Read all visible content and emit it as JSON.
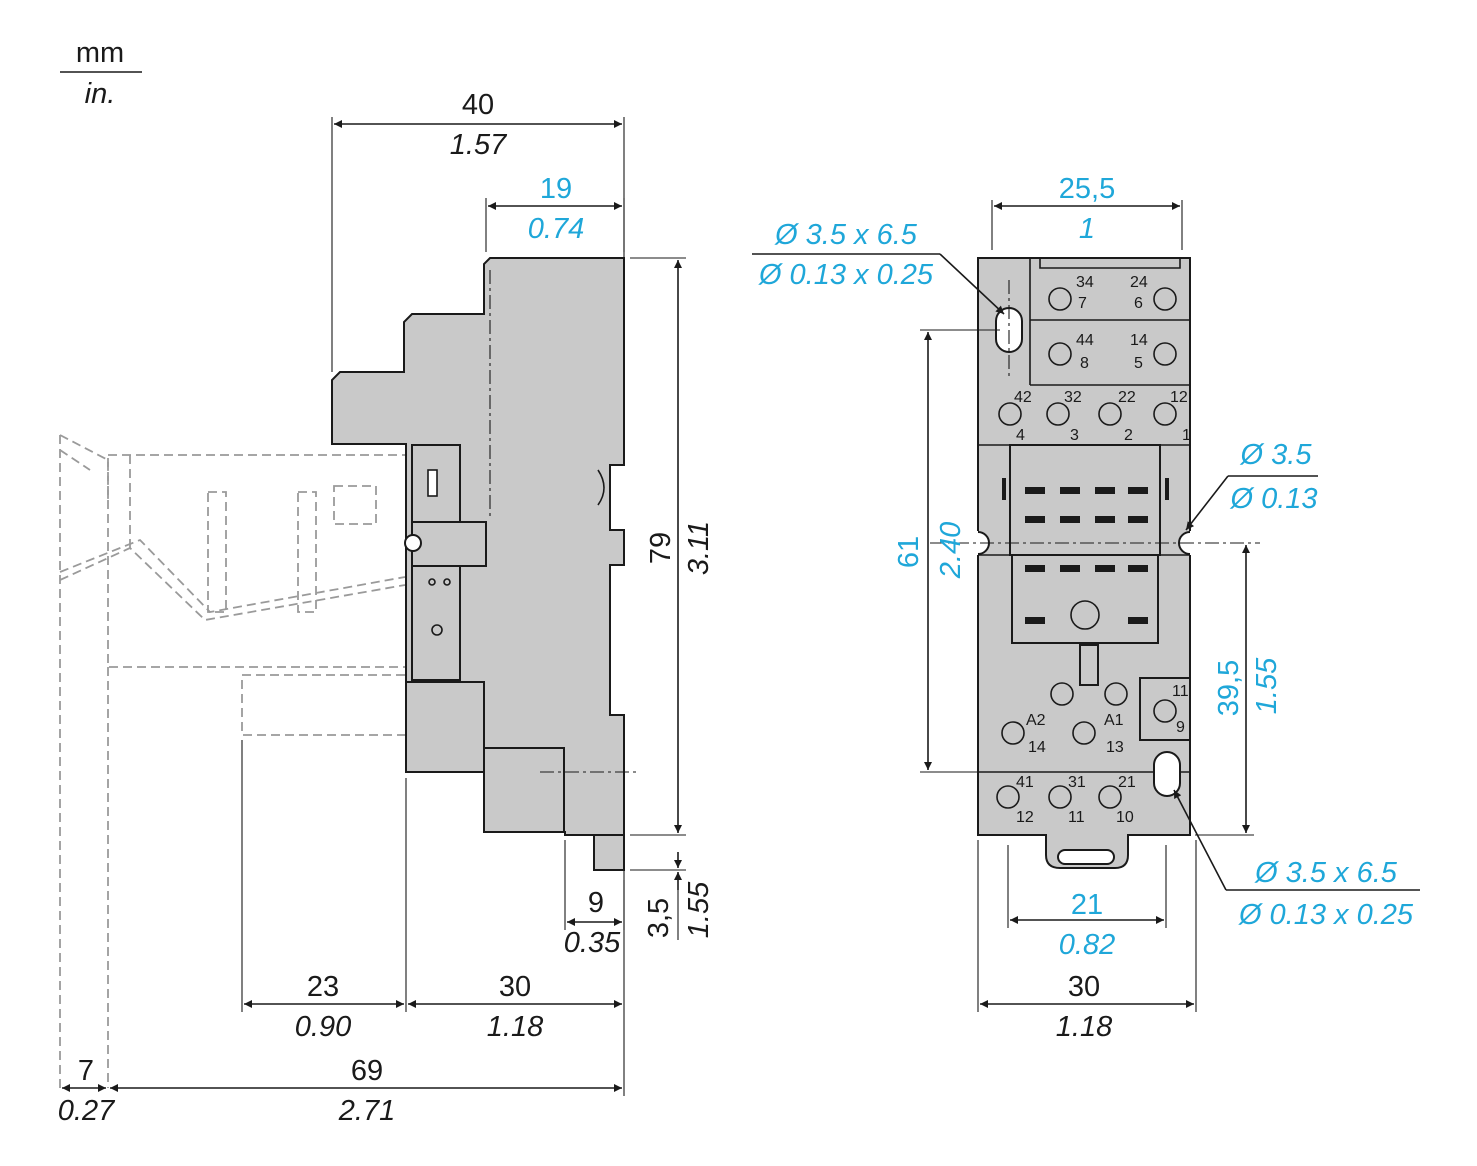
{
  "unit_header": {
    "top": "mm",
    "bottom": "in."
  },
  "side_view": {
    "dim_total_width": {
      "mm": "40",
      "in": "1.57"
    },
    "dim_top_width": {
      "mm": "19",
      "in": "0.74"
    },
    "dim_height": {
      "mm": "79",
      "in": "3.11"
    },
    "dim_foot": {
      "mm": "9",
      "in": "0.35"
    },
    "dim_foot_height": {
      "mm": "3,5",
      "in": "1.55"
    },
    "dim_relay_depth": {
      "mm": "23",
      "in": "0.90"
    },
    "dim_base_depth": {
      "mm": "30",
      "in": "1.18"
    },
    "dim_clip": {
      "mm": "7",
      "in": "0.27"
    },
    "dim_overall": {
      "mm": "69",
      "in": "2.71"
    }
  },
  "front_view": {
    "dim_width_top": {
      "mm": "25,5",
      "in": "1"
    },
    "hole_top": {
      "mm": "Ø 3.5 x 6.5",
      "in": "Ø 0.13 x 0.25"
    },
    "hole_side": {
      "mm": "Ø 3.5",
      "in": "Ø 0.13"
    },
    "dim_height": {
      "mm": "61",
      "in": "2.40"
    },
    "dim_lower": {
      "mm": "39,5",
      "in": "1.55"
    },
    "hole_bottom": {
      "mm": "Ø 3.5 x 6.5",
      "in": "Ø 0.13 x 0.25"
    },
    "dim_bottom_inner": {
      "mm": "21",
      "in": "0.82"
    },
    "dim_bottom_outer": {
      "mm": "30",
      "in": "1.18"
    },
    "terminals": {
      "t34": "34",
      "t7": "7",
      "t24": "24",
      "t6": "6",
      "t44": "44",
      "t8": "8",
      "t14a": "14",
      "t5": "5",
      "t42": "42",
      "t4": "4",
      "t32": "32",
      "t3": "3",
      "t22": "22",
      "t2": "2",
      "t12a": "12",
      "t1": "1",
      "tA2": "A2",
      "t14b": "14",
      "tA1": "A1",
      "t13": "13",
      "t11a": "11",
      "t9": "9",
      "t41": "41",
      "t12b": "12",
      "t31": "31",
      "t11b": "11",
      "t21": "21",
      "t10": "10"
    }
  },
  "colors": {
    "dimension_blue": "#1fa7d9",
    "body_gray": "#c9c9c9",
    "line": "#1a1a1a"
  }
}
